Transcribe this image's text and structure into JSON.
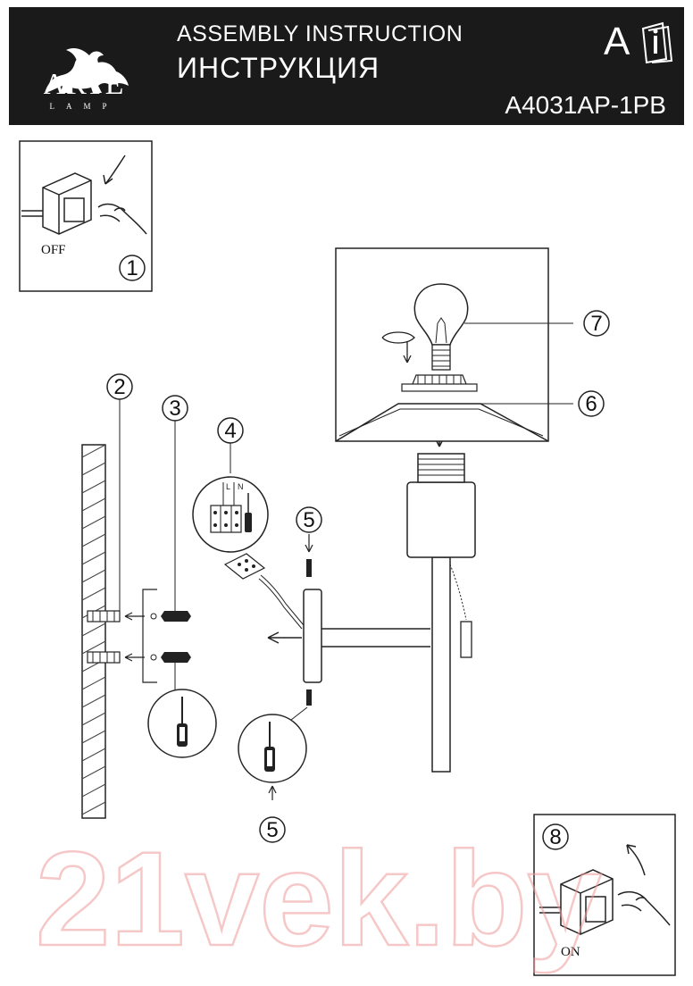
{
  "header": {
    "brand": "ARTE",
    "brand_sub": "LAMP",
    "title_en": "ASSEMBLY INSTRUCTION",
    "title_ru": "ИНСТРУКЦИЯ",
    "category_letter": "A",
    "model": "A4031AP-1PB"
  },
  "steps": {
    "s1": "1",
    "s2": "2",
    "s3": "3",
    "s4": "4",
    "s5a": "5",
    "s5b": "5",
    "s6": "6",
    "s7": "7",
    "s8": "8"
  },
  "labels": {
    "off": "OFF",
    "on": "ON",
    "terminal_l": "L",
    "terminal_n": "N"
  },
  "watermark": "21vek.by"
}
